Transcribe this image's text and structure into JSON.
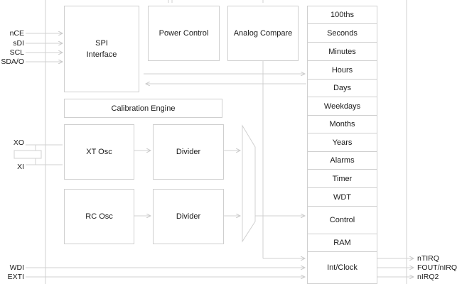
{
  "blocks": {
    "spi_line1": "SPI",
    "spi_line2": "Interface",
    "power_control": "Power Control",
    "analog_compare": "Analog Compare",
    "calibration_engine": "Calibration Engine",
    "xt_osc": "XT Osc",
    "rc_osc": "RC Osc",
    "divider_top": "Divider",
    "divider_bottom": "Divider"
  },
  "registers": [
    "100ths",
    "Seconds",
    "Minutes",
    "Hours",
    "Days",
    "Weekdays",
    "Months",
    "Years",
    "Alarms",
    "Timer",
    "WDT",
    "Control",
    "RAM",
    "Int/Clock"
  ],
  "pins_left": {
    "nce": "nCE",
    "sdi": "sDI",
    "scl": "SCL",
    "sdao": "SDA/O",
    "xo": "XO",
    "xi": "XI",
    "wdi": "WDI",
    "exti": "EXTI"
  },
  "pins_right": {
    "ntirq": "nTIRQ",
    "fout": "FOUT/nIRQ",
    "nirq2": "nIRQ2"
  },
  "colors": {
    "line": "#d0d0d0",
    "border": "#cfcfcf",
    "text": "#1a1a1a"
  }
}
